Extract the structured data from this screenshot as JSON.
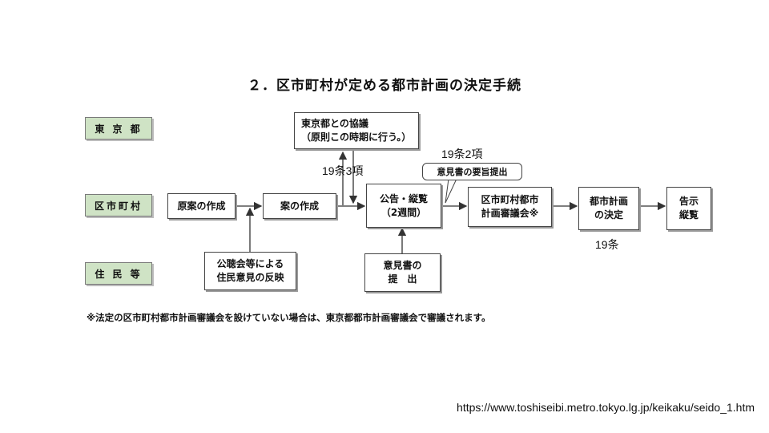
{
  "title": "２．区市町村が定める都市計画の決定手続",
  "roles": {
    "tokyo": "東 京 都",
    "municipality": "区市町村",
    "residents": "住 民 等"
  },
  "boxes": {
    "consultation": "東京都との協議\n（原則この時期に行う。）",
    "draft_original": "原案の作成",
    "draft": "案の作成",
    "public_notice": "公告・縦覧\n（2週間）",
    "council": "区市町村都市\n計画審議会※",
    "decision": "都市計画\nの決定",
    "announcement": "告示\n縦覧",
    "hearing": "公聴会等による\n住民意見の反映",
    "opinion": "意見書の\n提　出"
  },
  "callout": "意見書の要旨提出",
  "refs": {
    "art19_3": "19条3項",
    "art19_2": "19条2項",
    "art19": "19条"
  },
  "note": "※法定の区市町村都市計画審議会を設けていない場合は、東京都都市計画審議会で審議されます。",
  "url": "https://www.toshiseibi.metro.tokyo.lg.jp/keikaku/seido_1.htm"
}
